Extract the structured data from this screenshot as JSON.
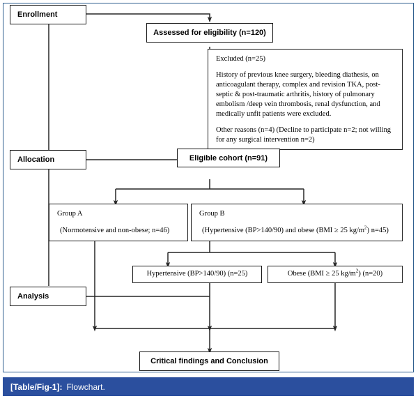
{
  "figure": {
    "caption_tag": "[Table/Fig-1]:",
    "caption_text": "Flowchart.",
    "caption_bar_color": "#2b4f9e",
    "frame_color": "#2f5f8f",
    "box_border_color": "#1a1a1a",
    "connector_color": "#262626",
    "background_color": "#ffffff"
  },
  "stages": [
    {
      "id": "enrollment",
      "label": "Enrollment"
    },
    {
      "id": "allocation",
      "label": "Allocation"
    },
    {
      "id": "analysis",
      "label": "Analysis"
    }
  ],
  "nodes": {
    "assessed": {
      "label": "Assessed for eligibility (n=120)"
    },
    "excluded": {
      "heading": "Excluded (n=25)",
      "reasons": "History of previous knee surgery, bleeding diathesis, on anticoagulant therapy, complex and revision TKA, post-septic & post-traumatic arthritis, history of pulmonary embolism /deep vein thrombosis, renal dysfunction, and medically unfit patients were excluded.",
      "other_reasons": "Other reasons (n=4) (Decline to participate n=2; not willing for any surgical intervention n=2)"
    },
    "eligible": {
      "label": "Eligible cohort (n=91)"
    },
    "group_a": {
      "title": "Group A",
      "detail": "(Normotensive and non-obese; n=46)"
    },
    "group_b": {
      "title": "Group B",
      "detail_pre": "(Hypertensive (BP>140/90) and obese (BMI ≥ 25 kg/m",
      "detail_sup": "2",
      "detail_post": ") n=45)"
    },
    "hypertensive": {
      "label": "Hypertensive (BP>140/90)  (n=25)"
    },
    "obese": {
      "label_pre": "Obese (BMI ≥ 25 kg/m",
      "label_sup": "2",
      "label_post": ") (n=20)"
    },
    "conclusion": {
      "label": "Critical findings and Conclusion"
    }
  }
}
